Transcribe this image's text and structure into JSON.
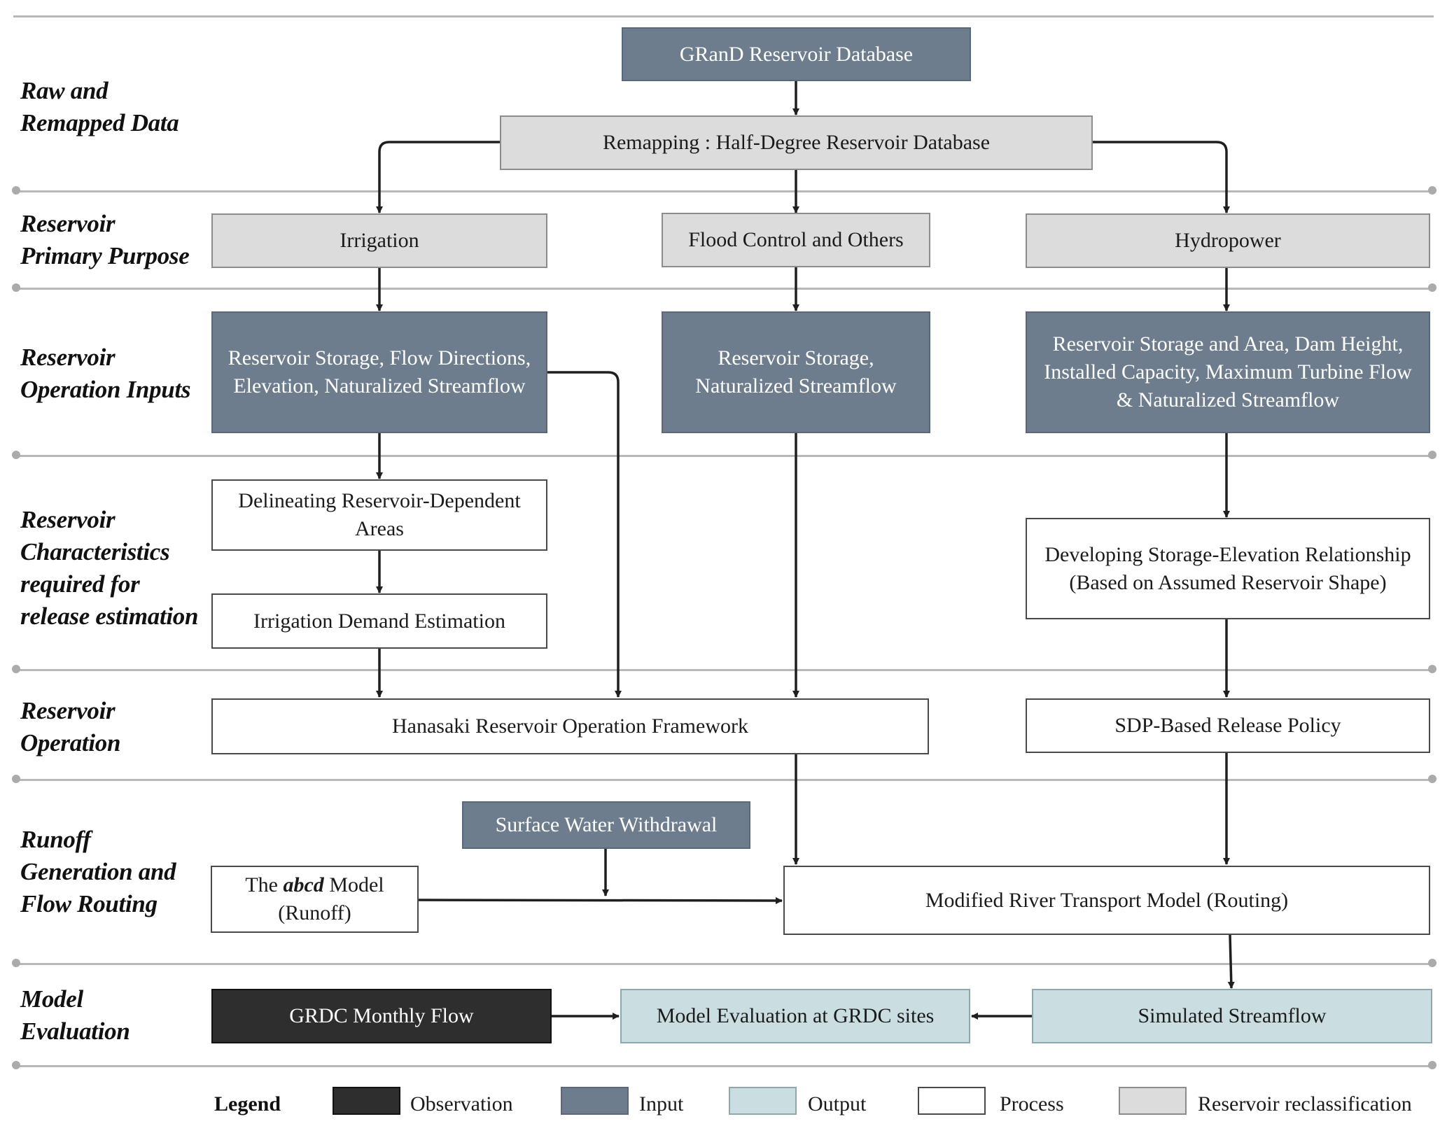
{
  "rows": [
    {
      "id": "raw",
      "label": "Raw and\nRemapped Data"
    },
    {
      "id": "purpose",
      "label": "Reservoir\nPrimary Purpose"
    },
    {
      "id": "inputs",
      "label": "Reservoir\nOperation Inputs"
    },
    {
      "id": "characteristics",
      "label": "Reservoir\nCharacteristics\nrequired for\nrelease estimation"
    },
    {
      "id": "operation",
      "label": "Reservoir\nOperation"
    },
    {
      "id": "runoff",
      "label": "Runoff\nGeneration and\nFlow Routing"
    },
    {
      "id": "evaluation",
      "label": "Model\nEvaluation"
    }
  ],
  "nodes": {
    "grand": {
      "label": "GRanD Reservoir Database",
      "kind": "input"
    },
    "remap": {
      "label": "Remapping : Half-Degree Reservoir Database",
      "kind": "reclass"
    },
    "irrigation": {
      "label": "Irrigation",
      "kind": "reclass"
    },
    "flood": {
      "label": "Flood Control and Others",
      "kind": "reclass"
    },
    "hydro": {
      "label": "Hydropower",
      "kind": "reclass"
    },
    "irr_inputs": {
      "label": "Reservoir Storage, Flow Directions,\nElevation, Naturalized Streamflow",
      "kind": "input"
    },
    "flood_inputs": {
      "label": "Reservoir Storage,\nNaturalized Streamflow",
      "kind": "input"
    },
    "hydro_inputs": {
      "label": "Reservoir Storage and Area, Dam Height,\nInstalled Capacity, Maximum Turbine Flow\n& Naturalized Streamflow",
      "kind": "input"
    },
    "delineate": {
      "label": "Delineating Reservoir-Dependent\nAreas",
      "kind": "process"
    },
    "irr_demand": {
      "label": "Irrigation Demand Estimation",
      "kind": "process"
    },
    "storage_elev": {
      "label": "Developing Storage-Elevation Relationship\n(Based on Assumed Reservoir Shape)",
      "kind": "process"
    },
    "hanasaki": {
      "label": "Hanasaki Reservoir Operation Framework",
      "kind": "process"
    },
    "sdp": {
      "label": "SDP-Based Release Policy",
      "kind": "process"
    },
    "withdrawal": {
      "label": "Surface Water Withdrawal",
      "kind": "input"
    },
    "abcd_pre": {
      "label": "The ",
      "kind": "process"
    },
    "abcd_em": {
      "label": "abcd",
      "kind": "process"
    },
    "abcd_post": {
      "label": " Model\n(Runoff)",
      "kind": "process"
    },
    "rtm": {
      "label": "Modified River Transport Model (Routing)",
      "kind": "process"
    },
    "grdc_flow": {
      "label": "GRDC Monthly Flow",
      "kind": "observation"
    },
    "model_eval": {
      "label": "Model Evaluation at GRDC sites",
      "kind": "output"
    },
    "sim_flow": {
      "label": "Simulated Streamflow",
      "kind": "output"
    }
  },
  "edges": [
    [
      "grand",
      "remap"
    ],
    [
      "remap",
      "irrigation"
    ],
    [
      "remap",
      "flood"
    ],
    [
      "remap",
      "hydro"
    ],
    [
      "irrigation",
      "irr_inputs"
    ],
    [
      "flood",
      "flood_inputs"
    ],
    [
      "hydro",
      "hydro_inputs"
    ],
    [
      "irr_inputs",
      "delineate"
    ],
    [
      "delineate",
      "irr_demand"
    ],
    [
      "irr_demand",
      "hanasaki"
    ],
    [
      "irr_inputs",
      "hanasaki"
    ],
    [
      "flood_inputs",
      "hanasaki"
    ],
    [
      "hydro_inputs",
      "storage_elev"
    ],
    [
      "storage_elev",
      "sdp"
    ],
    [
      "hanasaki",
      "rtm"
    ],
    [
      "sdp",
      "rtm"
    ],
    [
      "withdrawal",
      "rtm"
    ],
    [
      "abcd_post",
      "rtm"
    ],
    [
      "rtm",
      "sim_flow"
    ],
    [
      "grdc_flow",
      "model_eval"
    ],
    [
      "sim_flow",
      "model_eval"
    ]
  ],
  "legend": {
    "title": "Legend",
    "items": [
      {
        "label": "Observation",
        "kind": "observation"
      },
      {
        "label": "Input",
        "kind": "input"
      },
      {
        "label": "Output",
        "kind": "output"
      },
      {
        "label": "Process",
        "kind": "process"
      },
      {
        "label": "Reservoir reclassification",
        "kind": "reclass"
      }
    ]
  },
  "colors": {
    "input": "#6e7d8d",
    "reclass": "#dcdcdc",
    "process": "#ffffff",
    "output": "#cadee1",
    "observation": "#2e2e2e",
    "arrow": "#1f1f1f",
    "separator": "#b8b8b8"
  }
}
